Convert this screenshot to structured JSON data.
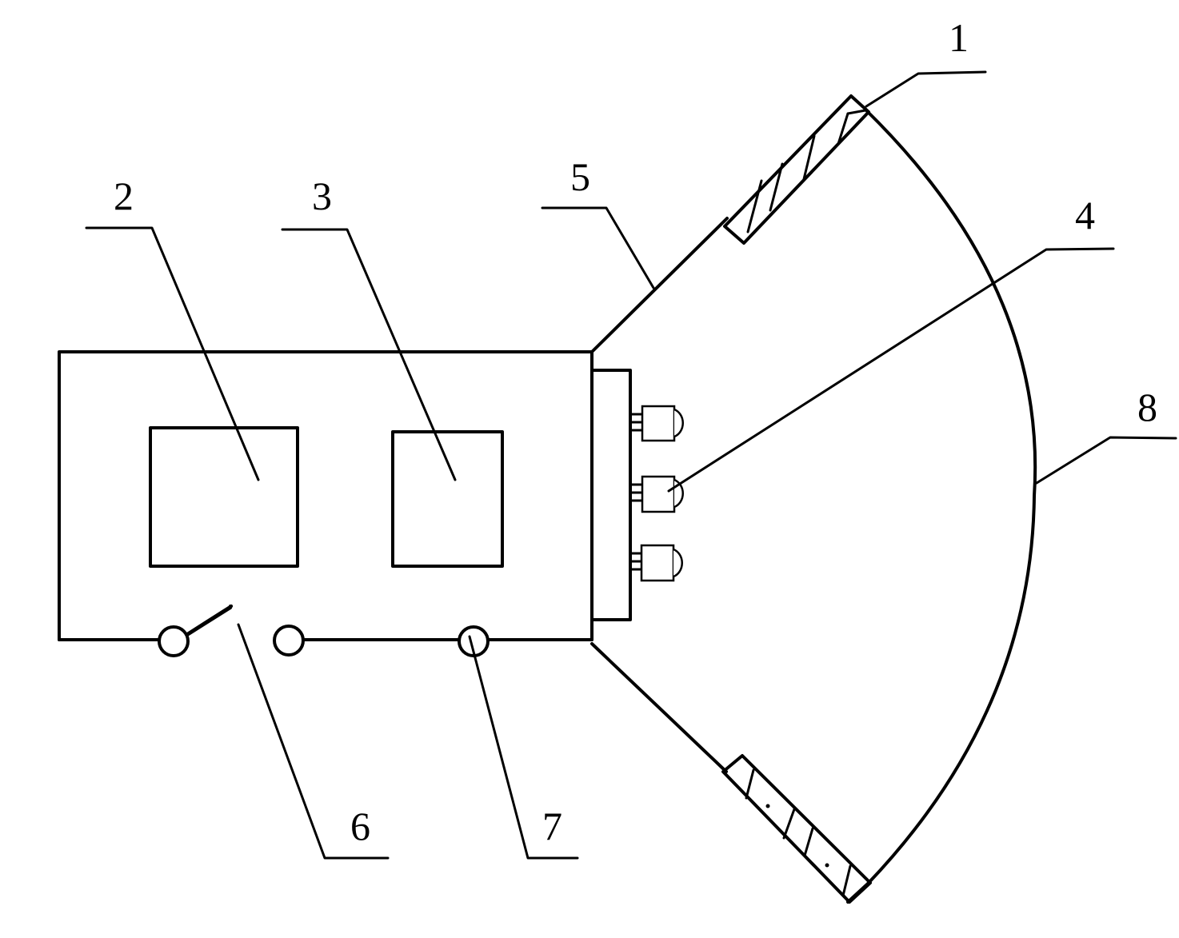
{
  "figure": {
    "type": "patent line drawing",
    "background": "#ffffff",
    "stroke_color": "#000000"
  },
  "labels": {
    "l1": "1",
    "l2": "2",
    "l3": "3",
    "l4": "4",
    "l5": "5",
    "l6": "6",
    "l7": "7",
    "l8": "8"
  },
  "components": [
    {
      "id": "1",
      "description": "hatched block on upper edge of reflector cone"
    },
    {
      "id": "2",
      "description": "left internal box"
    },
    {
      "id": "3",
      "description": "right internal box"
    },
    {
      "id": "4",
      "description": "LED emitter (middle of three)"
    },
    {
      "id": "5",
      "description": "upper straight edge of reflector cone"
    },
    {
      "id": "6",
      "description": "switch between first and second terminals"
    },
    {
      "id": "7",
      "description": "third terminal circle"
    },
    {
      "id": "8",
      "description": "outer arc of reflector"
    }
  ],
  "led_count": 3,
  "terminal_count": 3
}
